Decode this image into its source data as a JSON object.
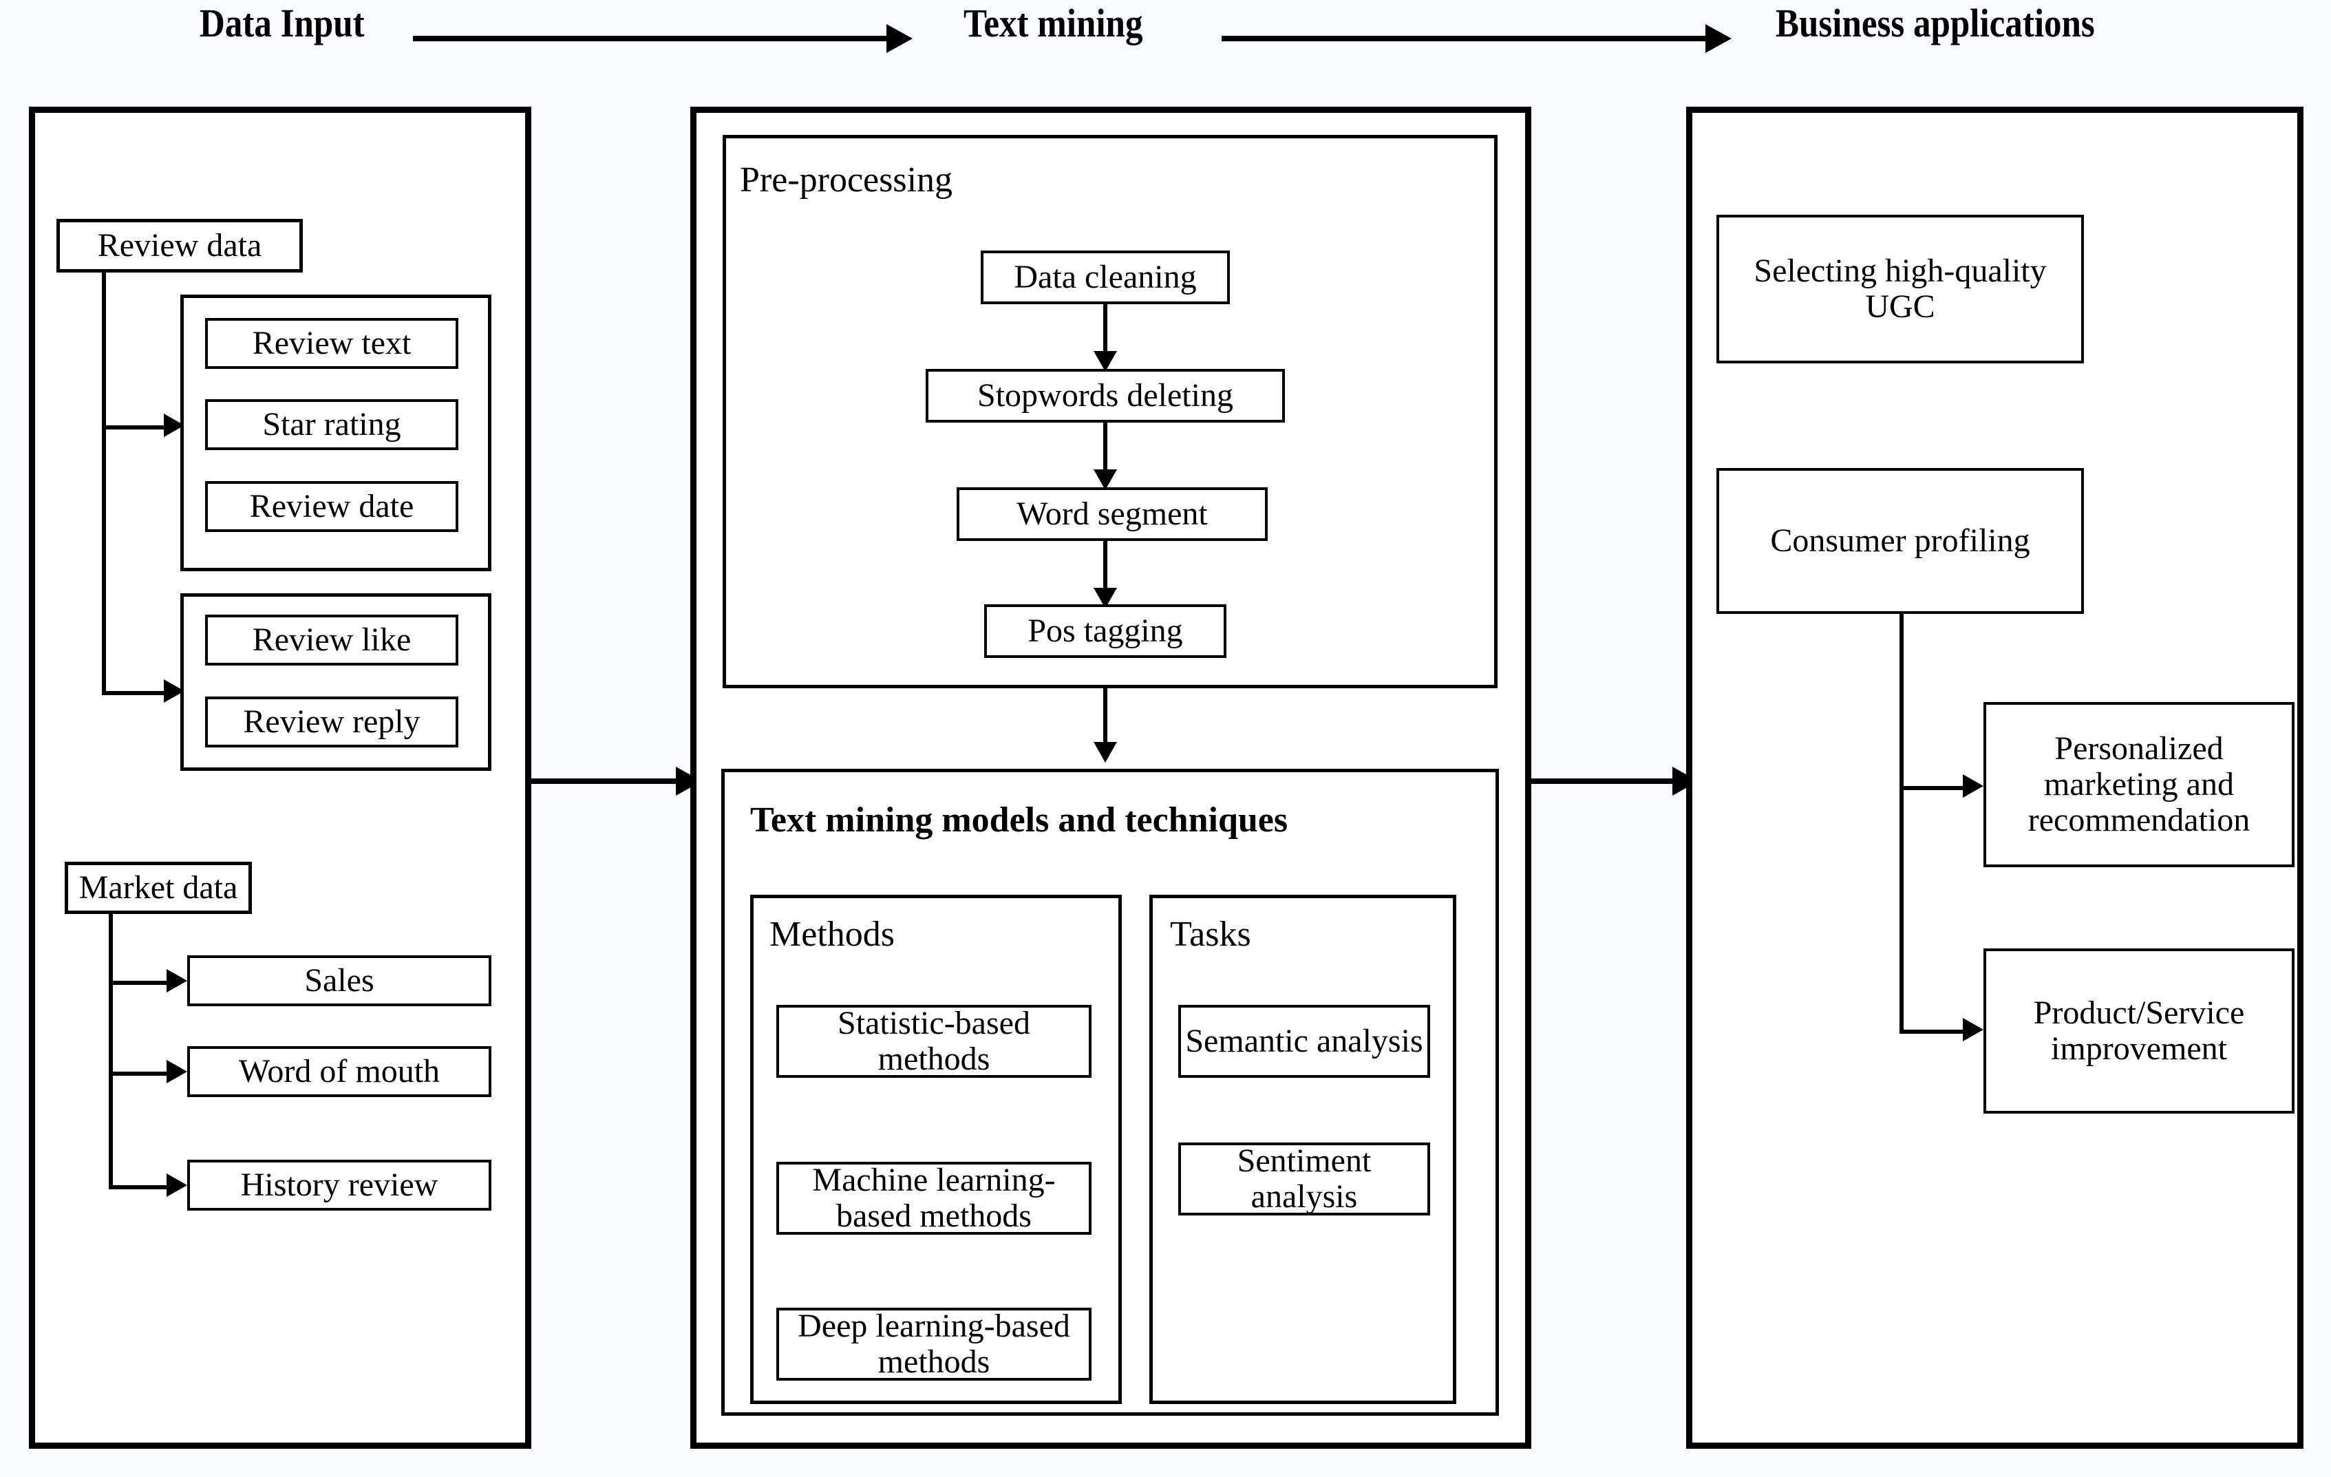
{
  "header": {
    "phases": [
      {
        "label": "Data Input"
      },
      {
        "label": "Text mining"
      },
      {
        "label": "Business applications"
      }
    ],
    "connector_icons": [
      {
        "name": "arrow-right-icon"
      },
      {
        "name": "arrow-right-icon"
      }
    ]
  },
  "data_input": {
    "review_data": {
      "label": "Review data"
    },
    "review_group_a": {
      "items": [
        {
          "label": "Review text"
        },
        {
          "label": "Star rating"
        },
        {
          "label": "Review date"
        }
      ]
    },
    "review_group_b": {
      "items": [
        {
          "label": "Review like"
        },
        {
          "label": "Review reply"
        }
      ]
    },
    "market_data": {
      "label": "Market data"
    },
    "market_items": [
      {
        "label": "Sales"
      },
      {
        "label": "Word of mouth"
      },
      {
        "label": "History review"
      }
    ]
  },
  "text_mining": {
    "preprocessing": {
      "label": "Pre-processing",
      "steps": [
        {
          "label": "Data cleaning"
        },
        {
          "label": "Stopwords deleting"
        },
        {
          "label": "Word segment"
        },
        {
          "label": "Pos tagging"
        }
      ]
    },
    "models": {
      "label": "Text mining models and techniques",
      "methods": {
        "label": "Methods",
        "items": [
          {
            "label": "Statistic-based methods"
          },
          {
            "label": "Machine learning-based methods"
          },
          {
            "label": "Deep learning-based methods"
          }
        ]
      },
      "tasks": {
        "label": "Tasks",
        "items": [
          {
            "label": "Semantic analysis"
          },
          {
            "label": "Sentiment analysis"
          }
        ]
      }
    }
  },
  "business_applications": {
    "items": [
      {
        "label": "Selecting high-quality UGC"
      },
      {
        "label": "Consumer profiling"
      },
      {
        "label": "Personalized marketing and recommendation"
      },
      {
        "label": "Product/Service improvement"
      }
    ]
  },
  "colors": {
    "background": "#f9fbff",
    "box_fill": "#ffffff",
    "stroke": "#000000"
  }
}
